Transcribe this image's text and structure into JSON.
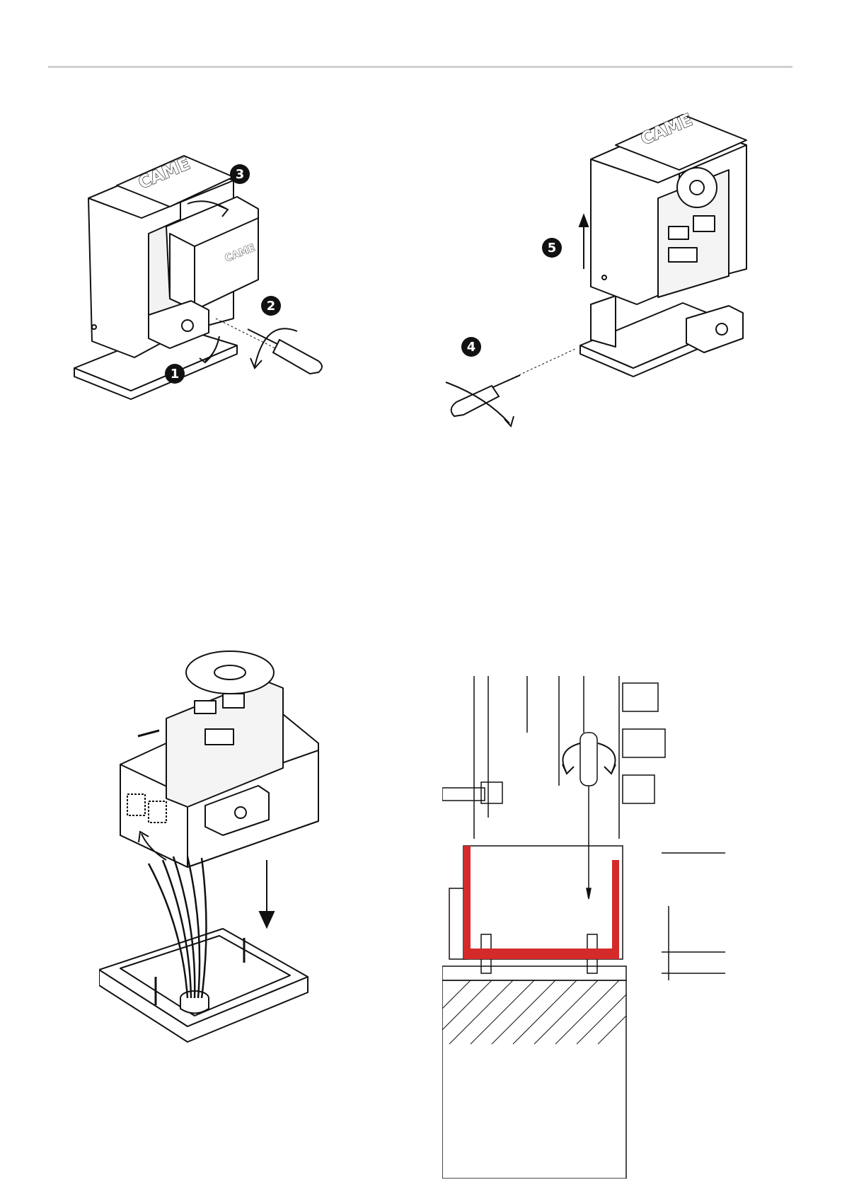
{
  "figures": {
    "remove_cover": {
      "brand_logo": "CAME",
      "steps": [
        "1",
        "2",
        "3"
      ]
    },
    "lift_housing": {
      "brand_logo": "CAME",
      "steps": [
        "4",
        "5"
      ]
    },
    "cable_routing": {},
    "height_adjustment": {
      "highlight_color": "#d42a2a"
    }
  },
  "icons": [
    "screwdriver-icon",
    "rotate-arrow-icon",
    "step-badge-icon",
    "down-arrow-icon",
    "up-arrow-icon"
  ],
  "colors": {
    "line": "#111111",
    "rule": "#d0d0d0",
    "highlight": "#d42a2a",
    "badge": "#111111"
  }
}
